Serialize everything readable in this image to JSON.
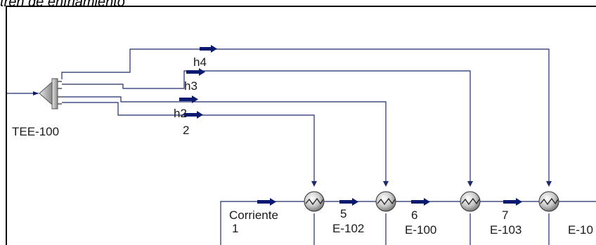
{
  "page": {
    "heading": "tren de enfriamiento"
  },
  "diagram": {
    "splitter": {
      "label": "TEE-100"
    },
    "streams": {
      "h4": "h4",
      "h3": "h3",
      "h2": "h2",
      "s2": "2",
      "corriente_line1": "Corriente",
      "corriente_line2": "1",
      "s5": "5",
      "s6": "6",
      "s7": "7"
    },
    "exchangers": {
      "e102": "E-102",
      "e100": "E-100",
      "e103": "E-103",
      "e_last": "E-10"
    },
    "colors": {
      "line": "#1f2a6e",
      "arrow": "#0a1a70",
      "border": "#000000",
      "tee_fill": "#b8b8b8",
      "hx_fill": "#d4d4d4"
    }
  }
}
